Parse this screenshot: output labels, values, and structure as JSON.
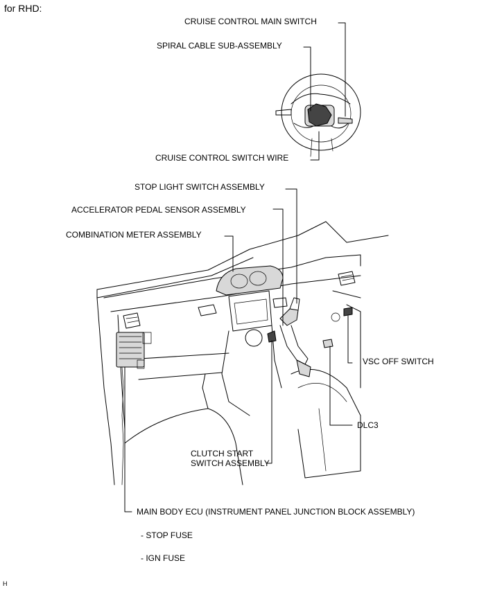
{
  "heading": "for RHD:",
  "figure_id": "H",
  "labels": {
    "cruise_main_switch": "CRUISE CONTROL MAIN SWITCH",
    "spiral_cable": "SPIRAL CABLE SUB-ASSEMBLY",
    "cruise_switch_wire": "CRUISE CONTROL SWITCH WIRE",
    "stop_light_switch": "STOP LIGHT SWITCH ASSEMBLY",
    "accel_pedal_sensor": "ACCELERATOR PEDAL SENSOR ASSEMBLY",
    "combination_meter": "COMBINATION METER ASSEMBLY",
    "vsc_off_switch": "VSC OFF SWITCH",
    "dlc3": "DLC3",
    "clutch_start_line1": "CLUTCH START",
    "clutch_start_line2": "SWITCH ASSEMBLY",
    "main_body_ecu": "MAIN BODY ECU (INSTRUMENT PANEL JUNCTION BLOCK ASSEMBLY)",
    "stop_fuse": "- STOP FUSE",
    "ign_fuse": "- IGN FUSE"
  }
}
